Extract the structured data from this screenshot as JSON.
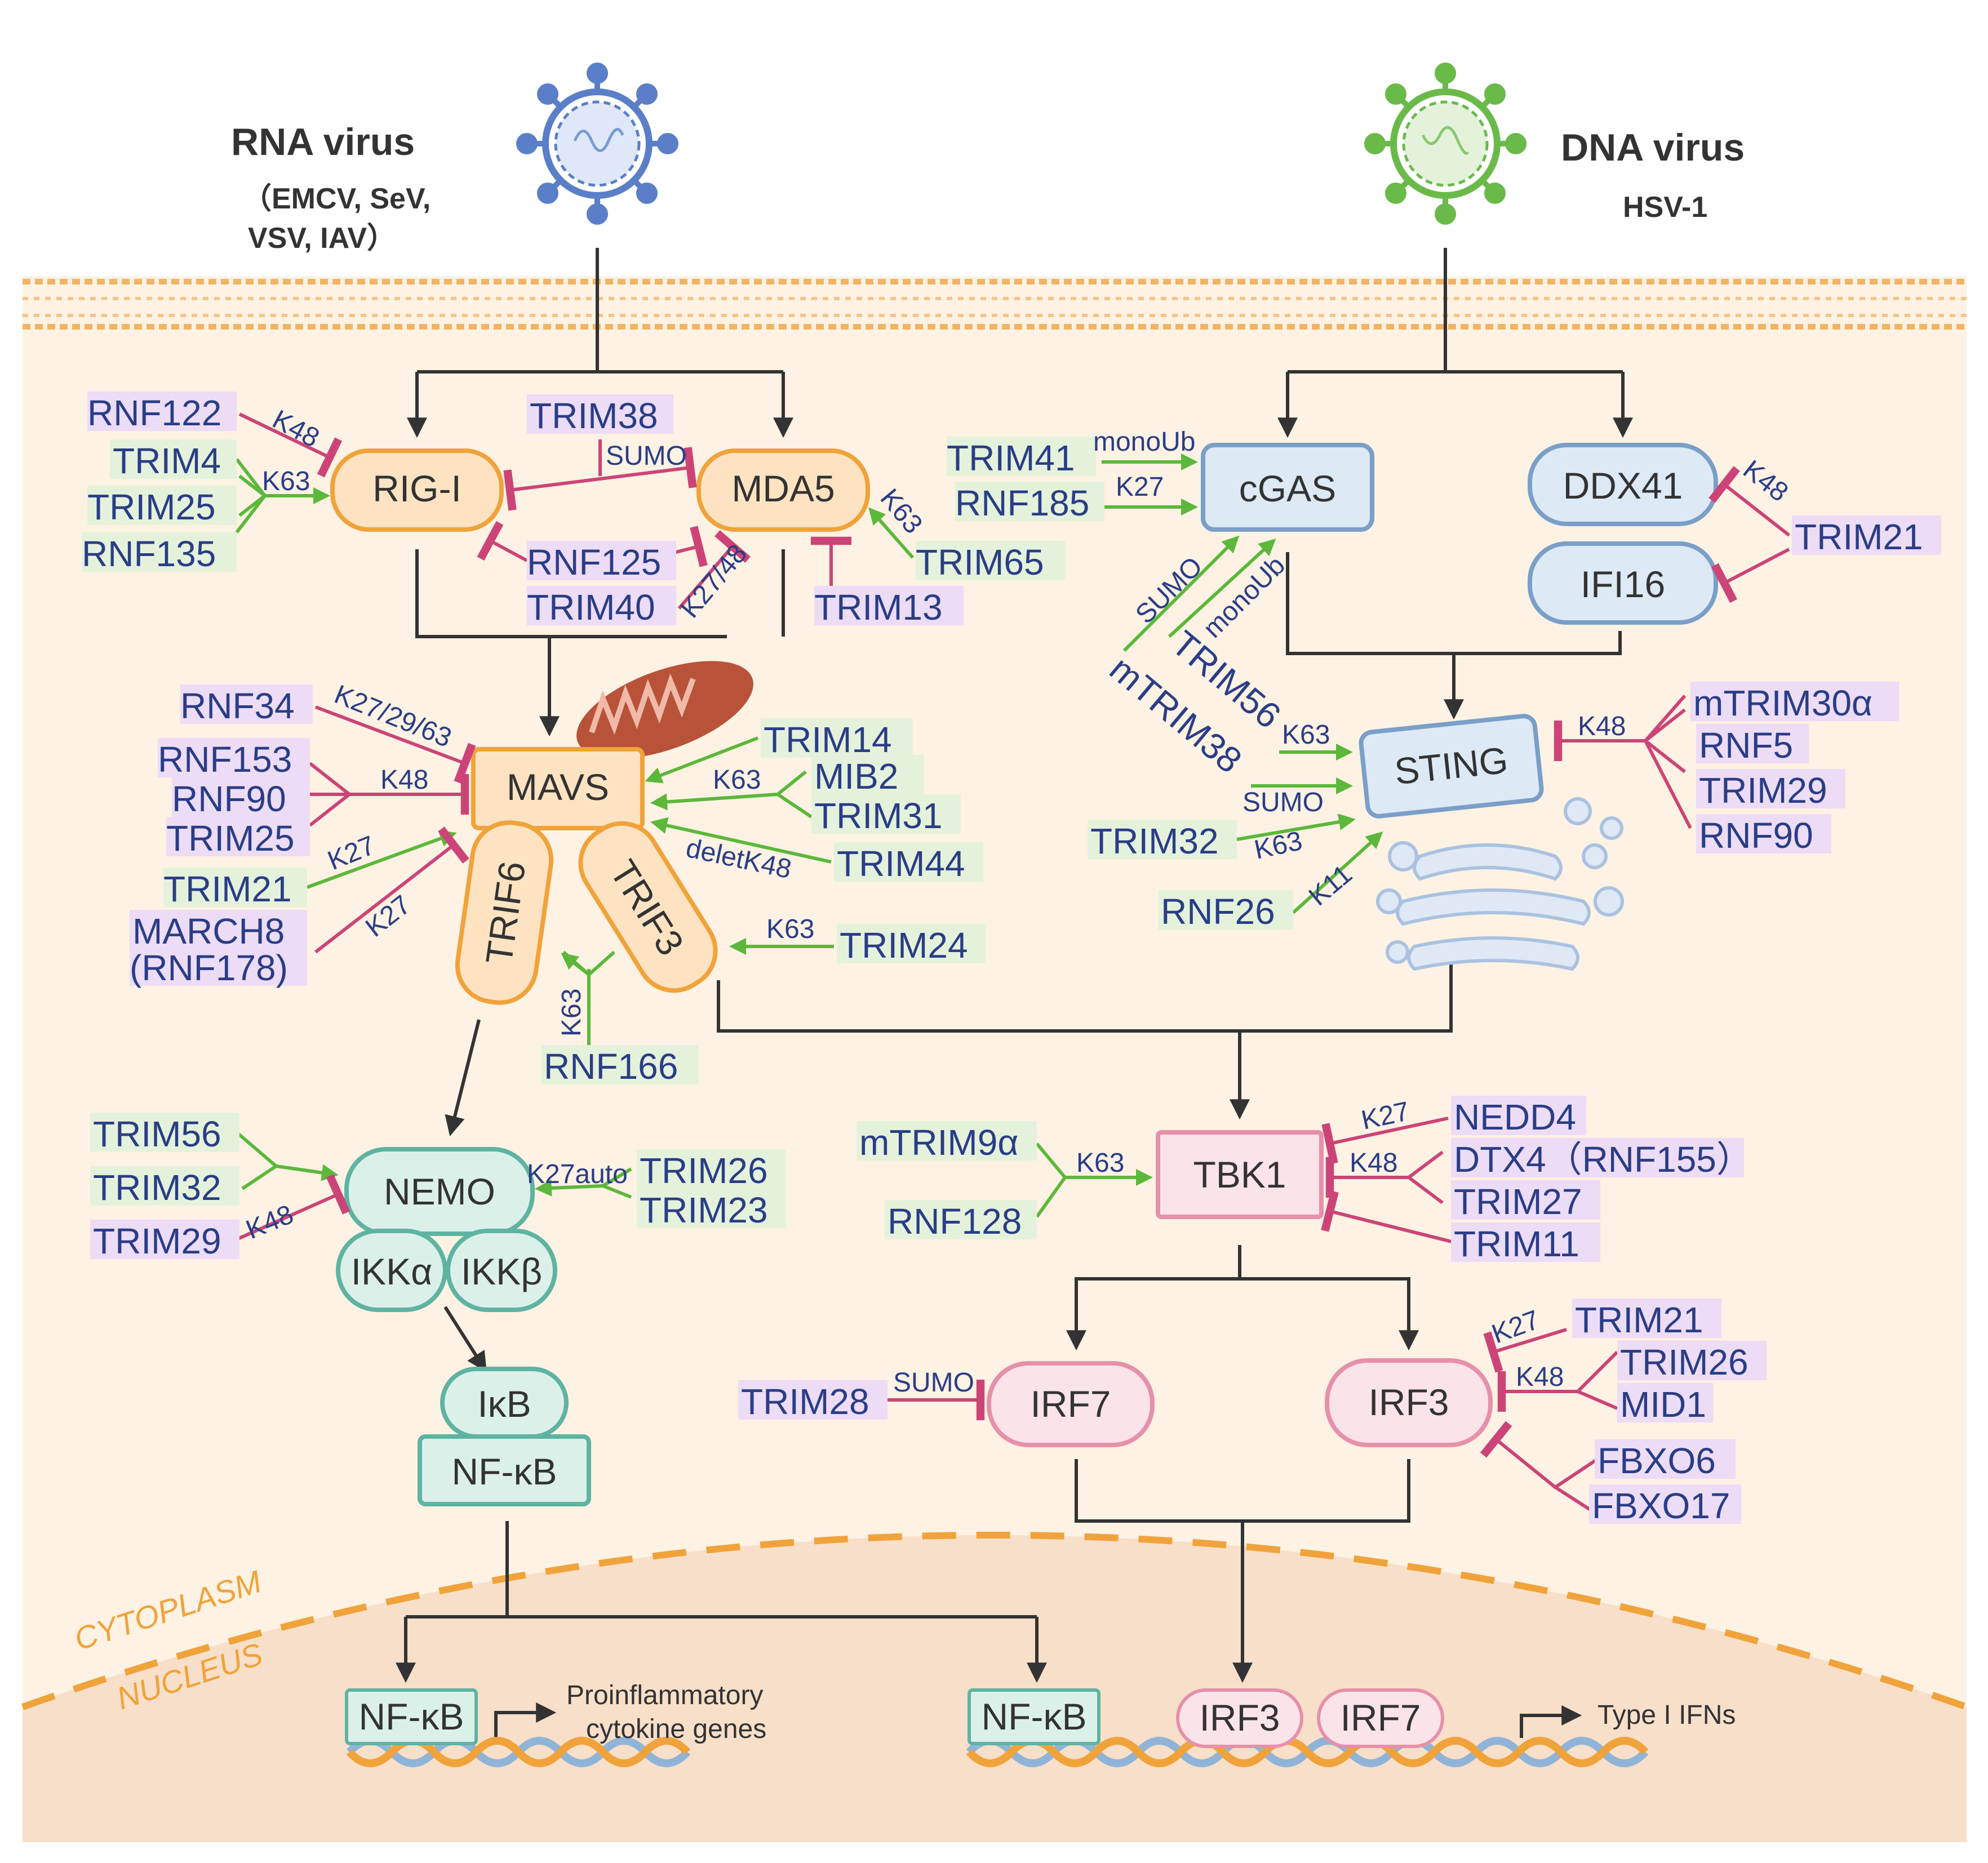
{
  "header": {
    "rna_title": "RNA virus",
    "rna_sub1": "（EMCV, SeV,",
    "rna_sub2": "VSV,  IAV）",
    "dna_title": "DNA virus",
    "dna_sub": "HSV-1"
  },
  "compartments": {
    "cytoplasm": "CYTOPLASM",
    "nucleus": "NUCLEUS"
  },
  "nodes": {
    "rigi": "RIG-I",
    "mda5": "MDA5",
    "mavs": "MAVS",
    "trif6": "TRIF6",
    "trif3": "TRIF3",
    "nemo": "NEMO",
    "ikka": "IKKα",
    "ikkb": "IKKβ",
    "ikb": "IκB",
    "nfkb": "NF-κB",
    "cgas": "cGAS",
    "ddx41": "DDX41",
    "ifi16": "IFI16",
    "sting": "STING",
    "tbk1": "TBK1",
    "irf7": "IRF7",
    "irf3": "IRF3",
    "nuc_nfkb1": "NF-κB",
    "nuc_nfkb2": "NF-κB",
    "nuc_irf3": "IRF3",
    "nuc_irf7": "IRF7"
  },
  "genes": {
    "proinflam1": "Proinflammatory",
    "proinflam2": "cytokine genes",
    "ifn": "Type I IFNs"
  },
  "regulators": {
    "rnf122": "RNF122",
    "trim4": "TRIM4",
    "trim25a": "TRIM25",
    "rnf135": "RNF135",
    "trim38": "TRIM38",
    "rnf125": "RNF125",
    "trim40": "TRIM40",
    "trim65": "TRIM65",
    "trim13": "TRIM13",
    "rnf34": "RNF34",
    "rnf153": "RNF153",
    "rnf90a": "RNF90",
    "trim25b": "TRIM25",
    "trim21a": "TRIM21",
    "march8": "MARCH8",
    "rnf178": "(RNF178)",
    "trim14": "TRIM14",
    "mib2": "MIB2",
    "trim31": "TRIM31",
    "trim44": "TRIM44",
    "trim24": "TRIM24",
    "rnf166": "RNF166",
    "trim41": "TRIM41",
    "rnf185": "RNF185",
    "trim21b": "TRIM21",
    "trim56a": "TRIM56",
    "mtrim38": "mTRIM38",
    "trim32a": "TRIM32",
    "rnf26": "RNF26",
    "mtrim30a": "mTRIM30α",
    "rnf5": "RNF5",
    "trim29a": "TRIM29",
    "rnf90b": "RNF90",
    "trim56b": "TRIM56",
    "trim32b": "TRIM32",
    "trim29b": "TRIM29",
    "trim26a": "TRIM26",
    "trim23": "TRIM23",
    "mtrim9a": "mTRIM9α",
    "rnf128": "RNF128",
    "nedd4": "NEDD4",
    "dtx4": "DTX4（RNF155）",
    "trim27": "TRIM27",
    "trim11": "TRIM11",
    "trim28": "TRIM28",
    "trim21c": "TRIM21",
    "trim26b": "TRIM26",
    "mid1": "MID1",
    "fbxo6": "FBXO6",
    "fbxo17": "FBXO17"
  },
  "modifications": {
    "k48a": "K48",
    "k63a": "K63",
    "sumo_a": "SUMO",
    "k27_48": "K27/48",
    "k63b": "K63",
    "k27_29_63": "K27/29/63",
    "k48b": "K48",
    "k27a": "K27",
    "k27b": "K27",
    "k63c": "K63",
    "deletk48": "deletK48",
    "k63d": "K63",
    "k63e": "K63",
    "monoub_a": "monoUb",
    "k27c": "K27",
    "k48c": "K48",
    "sumo_b": "SUMO",
    "monoub_b": "monoUb",
    "k63f": "K63",
    "sumo_c": "SUMO",
    "k63g": "K63",
    "k11": "K11",
    "k48d": "K48",
    "k27auto": "K27auto",
    "k48e": "K48",
    "k63h": "K63",
    "k27d": "K27",
    "k48f": "K48",
    "sumo_d": "SUMO",
    "k27e": "K27",
    "k48g": "K48"
  },
  "colors": {
    "activation": "#5cb83a",
    "inhibition": "#cc4477",
    "flow": "#333333",
    "label_text": "#2a3d86",
    "highlight_pink": "#ecdcf5",
    "highlight_green": "#e4f2dc",
    "cytoplasm_bg": "#fdf2e3",
    "nucleus_bg": "#f8dfc9",
    "membrane": "#f1b464",
    "rig_mda_fill": "#fde3c2",
    "rig_mda_stroke": "#f0a33a",
    "cgas_fill": "#dde9f5",
    "cgas_stroke": "#7a9fc8",
    "nemo_fill": "#dcf0ea",
    "nemo_stroke": "#5fb3a1",
    "tbk1_fill": "#fbe3ea",
    "tbk1_stroke": "#e690aa",
    "rna_virus": "#5a7fc8",
    "dna_virus": "#6aba4a"
  },
  "icons": [
    "rna-virus-icon",
    "dna-virus-icon",
    "mitochondrion-icon",
    "er-golgi-icon",
    "dna-helix-icon"
  ]
}
